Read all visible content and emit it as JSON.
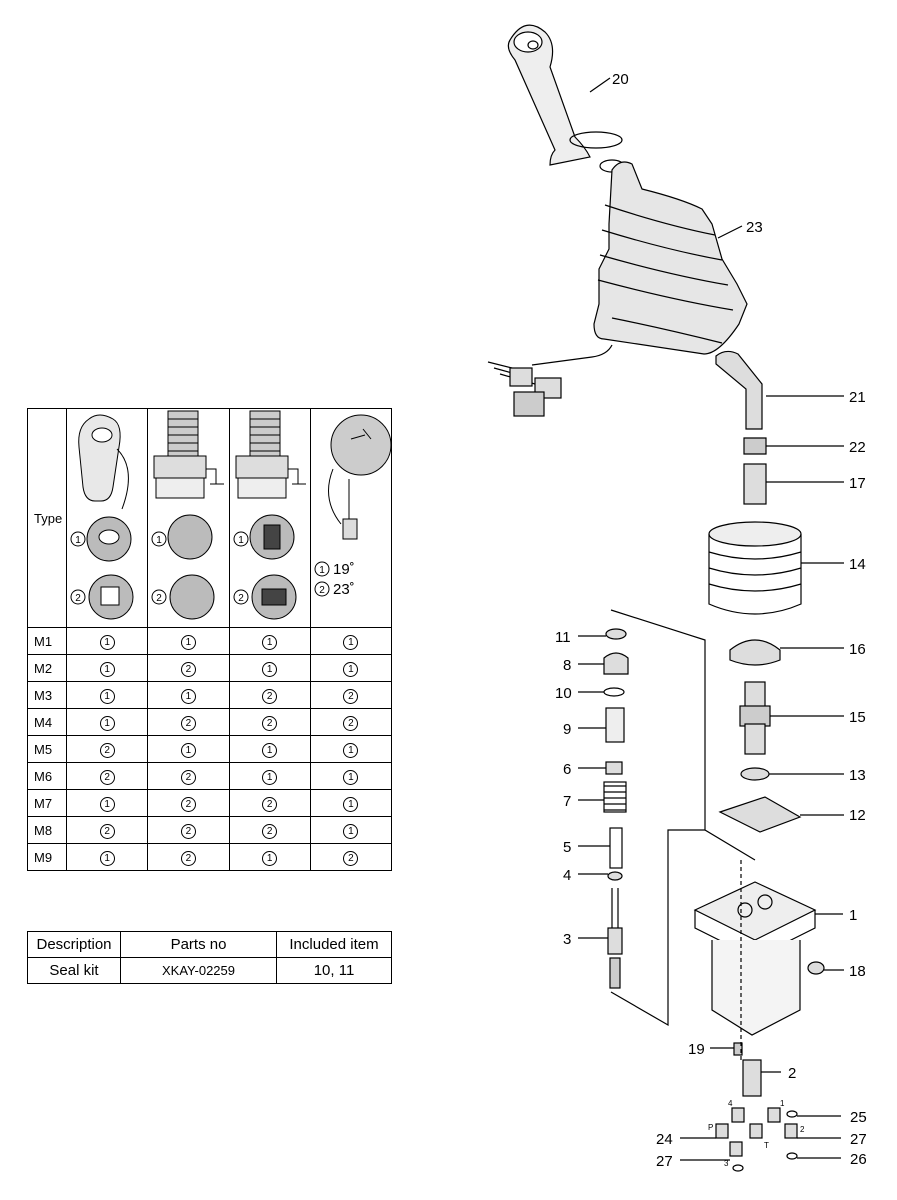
{
  "type_table": {
    "header_label": "Type",
    "angle_options": [
      "19˚",
      "23˚"
    ],
    "rows": [
      {
        "label": "M1",
        "values": [
          "1",
          "1",
          "1",
          "1"
        ]
      },
      {
        "label": "M2",
        "values": [
          "1",
          "2",
          "1",
          "1"
        ]
      },
      {
        "label": "M3",
        "values": [
          "1",
          "1",
          "2",
          "2"
        ]
      },
      {
        "label": "M4",
        "values": [
          "1",
          "2",
          "2",
          "2"
        ]
      },
      {
        "label": "M5",
        "values": [
          "2",
          "1",
          "1",
          "1"
        ]
      },
      {
        "label": "M6",
        "values": [
          "2",
          "2",
          "1",
          "1"
        ]
      },
      {
        "label": "M7",
        "values": [
          "1",
          "2",
          "2",
          "1"
        ]
      },
      {
        "label": "M8",
        "values": [
          "2",
          "2",
          "2",
          "1"
        ]
      },
      {
        "label": "M9",
        "values": [
          "1",
          "2",
          "1",
          "2"
        ]
      }
    ]
  },
  "kit_table": {
    "headers": [
      "Description",
      "Parts no",
      "Included item"
    ],
    "row": [
      "Seal kit",
      "XKAY-02259",
      "10, 11"
    ]
  },
  "callouts": [
    "20",
    "23",
    "21",
    "22",
    "17",
    "14",
    "16",
    "15",
    "13",
    "12",
    "1",
    "18",
    "11",
    "8",
    "10",
    "9",
    "6",
    "7",
    "5",
    "4",
    "3",
    "19",
    "2",
    "25",
    "24",
    "27",
    "27",
    "26"
  ],
  "port_labels": [
    "P",
    "T",
    "1",
    "2",
    "3",
    "4"
  ],
  "option_marks": [
    "1",
    "2"
  ]
}
